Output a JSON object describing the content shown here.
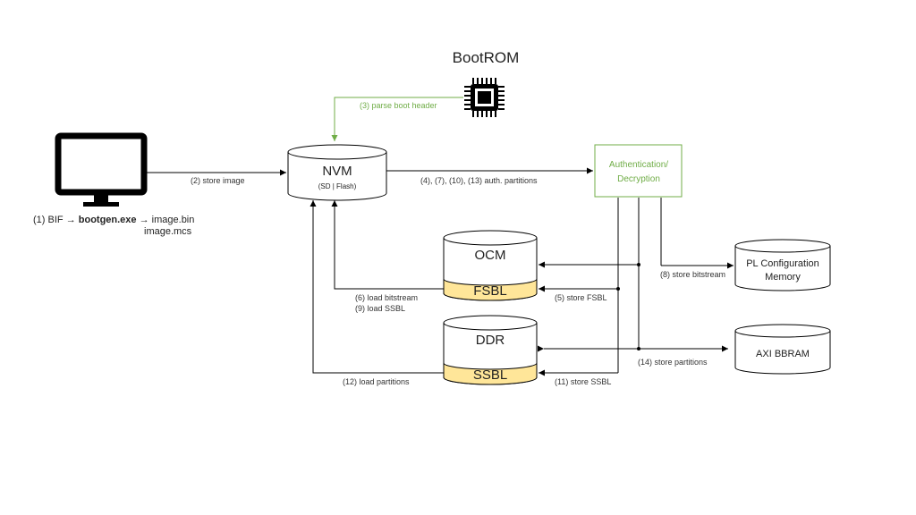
{
  "bootrom": {
    "title": "BootROM",
    "chip_icon": "chip-icon"
  },
  "host": {
    "monitor_icon": "monitor-icon",
    "bif_label": "(1) BIF",
    "tool": "bootgen.exe",
    "output_bin": "image.bin",
    "output_mcs": "image.mcs"
  },
  "nvm": {
    "title": "NVM",
    "subtitle": "(SD | Flash)"
  },
  "auth": {
    "line1": "Authentication/",
    "line2": "Decryption"
  },
  "ocm": {
    "title": "OCM",
    "fsbl": "FSBL"
  },
  "ddr": {
    "title": "DDR",
    "ssbl": "SSBL"
  },
  "pl_config": {
    "line1": "PL Configuration",
    "line2": "Memory"
  },
  "axi": {
    "title": "AXI BBRAM"
  },
  "steps": {
    "store_image": "(2) store image",
    "parse_header": "(3) parse boot header",
    "auth_partitions": "(4), (7), (10), (13) auth. partitions",
    "store_fsbl": "(5) store FSBL",
    "load_bitstream": "(6) load bitstream",
    "store_bitstream": "(8) store bitstream",
    "load_ssbl": "(9) load SSBL",
    "store_ssbl": "(11) store SSBL",
    "load_partitions": "(12) load partitions",
    "store_partitions": "(14) store partitions"
  },
  "colors": {
    "green": "#70AD47",
    "fsbl_fill": "#FFE699",
    "line": "#000000"
  }
}
